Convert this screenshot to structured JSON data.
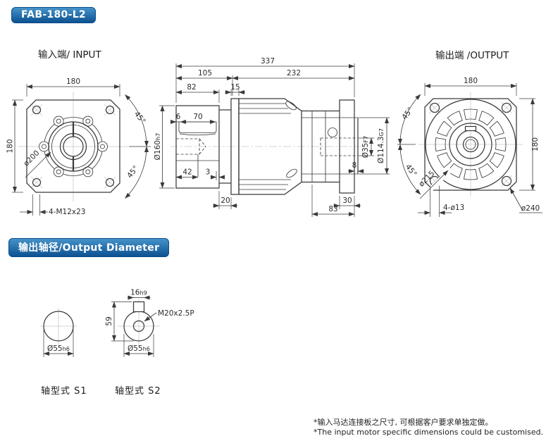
{
  "badges": {
    "model": "FAB-180-L2",
    "section": "输出轴径/Output Diameter"
  },
  "view_labels": {
    "input": "输入端/ INPUT",
    "output": "输出端 /OUTPUT"
  },
  "input_view": {
    "dim_top": "180",
    "dim_left": "180",
    "bolt_circle": "ø200",
    "mount_holes": "4-M12x23",
    "angle_upper": "45°",
    "angle_lower": "45°"
  },
  "side_view": {
    "dim_total": "337",
    "dim_front": "105",
    "dim_rear": "232",
    "dim_82": "82",
    "dim_15": "15",
    "dim_6": "6",
    "dim_70": "70",
    "dim_42": "42",
    "dim_3": "3",
    "dim_20": "20",
    "dim_83": "83",
    "dim_30": "30",
    "dim_8": "8",
    "pilot": {
      "val": "Ø160",
      "tol": "h7"
    },
    "bore": {
      "val": "Ø35",
      "tol": "F7"
    },
    "spigot": {
      "val": "Ø114.3",
      "tol": "G7"
    }
  },
  "output_view": {
    "dim_top": "180",
    "dim_right": "180",
    "dim_circle": "ø215",
    "mount_holes": "4-ø13",
    "dim_diag": "ø240",
    "angle_upper": "45°",
    "angle_lower": "45°"
  },
  "shafts": {
    "s1_label": "轴型式 S1",
    "s2_label": "轴型式 S2",
    "s1_dia": {
      "val": "Ø55",
      "tol": "h6"
    },
    "s2_dia": {
      "val": "Ø55",
      "tol": "h6"
    },
    "s2_key": {
      "val": "16",
      "tol": "h9"
    },
    "s2_height": "59",
    "s2_thread": "M20x2.5P"
  },
  "notes": {
    "line1": "*输入马达连接板之尺寸, 可根据客户要求单独定做。",
    "line2": "*The input motor specific dimensions could be customised."
  },
  "colors": {
    "badge_blue_top": "#4593c9",
    "badge_blue_bottom": "#0d5191",
    "line_color": "#3a3a3a"
  }
}
